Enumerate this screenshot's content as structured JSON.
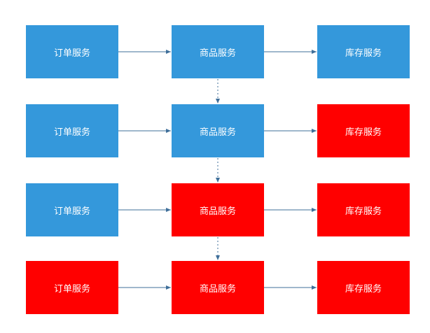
{
  "colors": {
    "healthy": "#3498db",
    "failed": "#ff0000",
    "line": "#3f6f9a"
  },
  "rows": [
    {
      "services": [
        {
          "label": "订单服务",
          "status": "healthy"
        },
        {
          "label": "商品服务",
          "status": "healthy"
        },
        {
          "label": "库存服务",
          "status": "healthy"
        }
      ]
    },
    {
      "services": [
        {
          "label": "订单服务",
          "status": "healthy"
        },
        {
          "label": "商品服务",
          "status": "healthy"
        },
        {
          "label": "库存服务",
          "status": "failed"
        }
      ]
    },
    {
      "services": [
        {
          "label": "订单服务",
          "status": "healthy"
        },
        {
          "label": "商品服务",
          "status": "failed"
        },
        {
          "label": "库存服务",
          "status": "failed"
        }
      ]
    },
    {
      "services": [
        {
          "label": "订单服务",
          "status": "failed"
        },
        {
          "label": "商品服务",
          "status": "failed"
        },
        {
          "label": "库存服务",
          "status": "failed"
        }
      ]
    }
  ]
}
